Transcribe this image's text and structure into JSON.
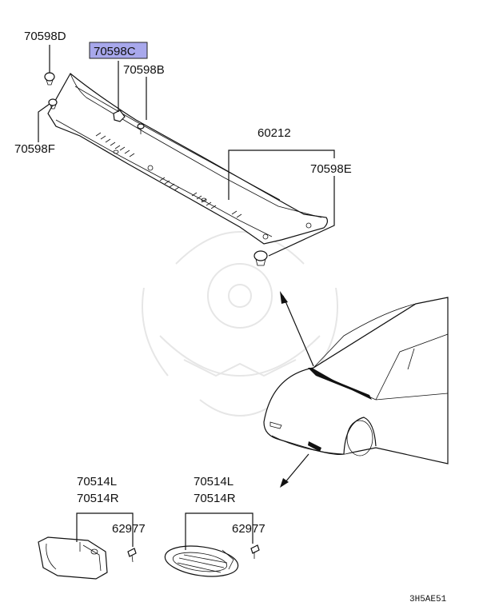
{
  "labels": {
    "p70598D": "70598D",
    "p70598C": "70598C",
    "p70598B": "70598B",
    "p70598F": "70598F",
    "p60212": "60212",
    "p70598E": "70598E",
    "p70514L_a": "70514L",
    "p70514R_a": "70514R",
    "p62977_a": "62977",
    "p70514L_b": "70514L",
    "p70514R_b": "70514R",
    "p62977_b": "62977"
  },
  "diagram_code": "3H5AE51",
  "colors": {
    "highlight": "#a8a8ec",
    "ink": "#111111",
    "watermark": "#e6e6e6"
  }
}
